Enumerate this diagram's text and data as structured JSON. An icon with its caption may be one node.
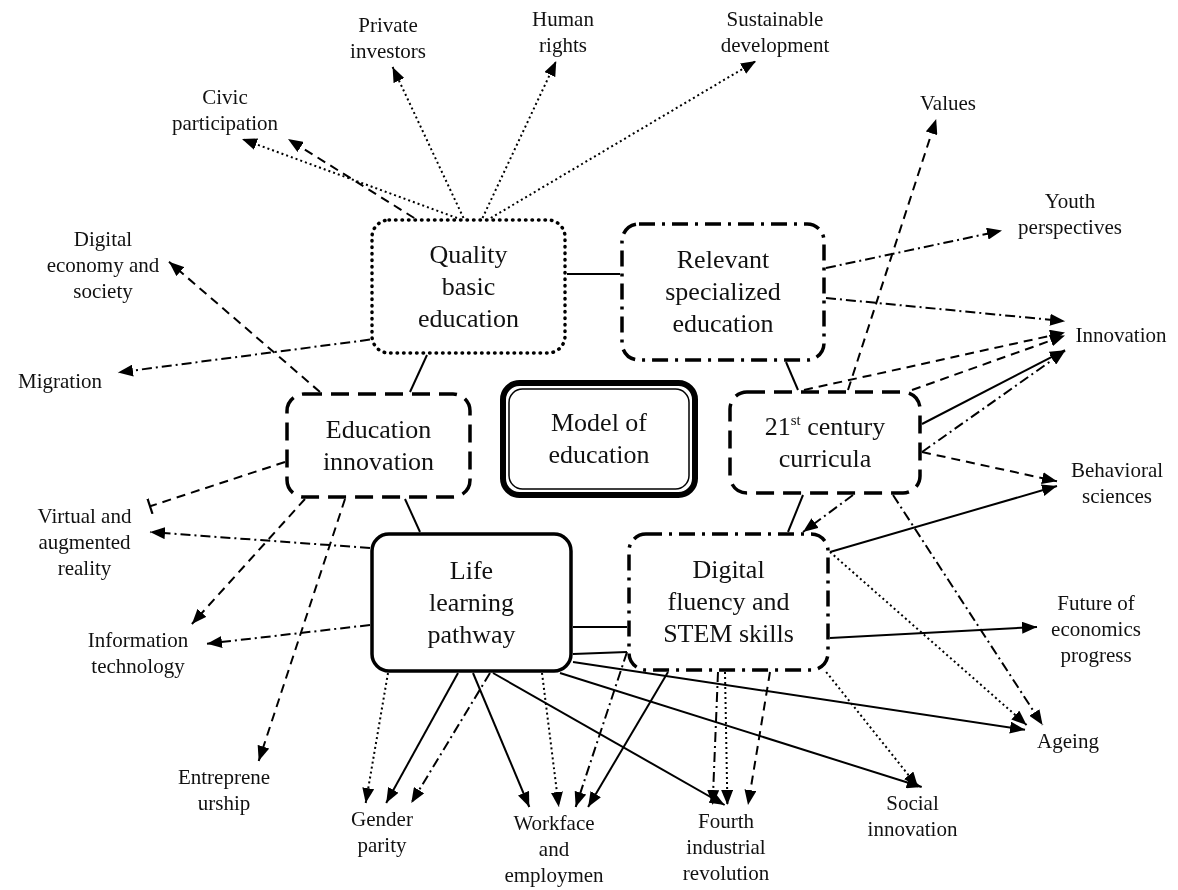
{
  "diagram": {
    "nodes": [
      {
        "text": [
          "Private investors"
        ]
      },
      {
        "text": [
          "Human rights"
        ]
      },
      {
        "text": [
          "Sustainable development"
        ]
      },
      {
        "text": [
          "Civic participation"
        ]
      },
      {
        "text": [
          "Values"
        ]
      },
      {
        "text": [
          "Quality basic education"
        ]
      },
      {
        "text": [
          "Relevant specialized education"
        ]
      },
      {
        "text": [
          "Youth perspectives"
        ]
      },
      {
        "text": [
          "Digital economy and society"
        ]
      },
      {
        "text": [
          "Innovation"
        ]
      },
      {
        "text": [
          "Migration"
        ]
      },
      {
        "text": [
          "Education innovation"
        ]
      },
      {
        "text": [
          "Model of education"
        ]
      },
      {
        "text": [
          "21$^{st}$ century curricula"
        ]
      },
      {
        "text": [
          "Behavioral sciences"
        ]
      },
      {
        "text": [
          "Virtual and augmented reality"
        ]
      },
      {
        "text": [
          "Life learning pathway"
        ]
      },
      {
        "text": [
          "Digital fluency and STEM skills"
        ]
      },
      {
        "text": [
          "Future of economics progress"
        ]
      },
      {
        "text": [
          "Information technology"
        ]
      },
      {
        "text": [
          "Ageing"
        ]
      },
      {
        "text": [
          "Entreprene urship"
        ]
      },
      {
        "text": [
          "Gender parity"
        ]
      },
      {
        "text": [
          "Workface and employmen"
        ]
      },
      {
        "text": [
          "Fourth industrial revolution"
        ]
      },
      {
        "text": [
          "Social innovation"
        ]
      }
    ],
    "edges": [
      {
        "from": 5,
        "to": 3,
        "arrow": "to",
        "style": "dashed"
      },
      {
        "from": 5,
        "to": 3,
        "arrow": "to",
        "style": "dashed"
      },
      {
        "from": 5,
        "to": 0,
        "arrow": "to",
        "style": "dashed"
      },
      {
        "from": 5,
        "to": 1,
        "arrow": "to",
        "style": "dashed"
      },
      {
        "from": 5,
        "to": 2,
        "arrow": "to",
        "style": "dashed"
      },
      {
        "from": 5,
        "to": 10,
        "arrow": "to",
        "style": "dashed"
      },
      {
        "from": 5,
        "to": 6,
        "arrow": "none"
      },
      {
        "from": 5,
        "to": 11,
        "arrow": "none"
      },
      {
        "from": 11,
        "to": 8,
        "arrow": "to",
        "style": "dashed"
      },
      {
        "from": 11,
        "to": 15,
        "arrow": "other",
        "style": "dashed"
      },
      {
        "from": 11,
        "to": 19,
        "arrow": "to",
        "style": "dashed"
      },
      {
        "from": 11,
        "to": 21,
        "arrow": "to",
        "style": "dashed"
      },
      {
        "from": 11,
        "to": 16,
        "arrow": "none"
      },
      {
        "from": 16,
        "to": 15,
        "arrow": "to",
        "style": "dashed"
      },
      {
        "from": 16,
        "to": 19,
        "arrow": "to",
        "style": "dashed"
      },
      {
        "from": 16,
        "to": 22,
        "arrow": "to",
        "style": "dashed"
      },
      {
        "from": 16,
        "to": 22,
        "arrow": "to"
      },
      {
        "from": 16,
        "to": 22,
        "arrow": "to",
        "style": "dashed"
      },
      {
        "from": 16,
        "to": 23,
        "arrow": "to"
      },
      {
        "from": 16,
        "to": 23,
        "arrow": "to",
        "style": "dashed"
      },
      {
        "from": 16,
        "to": 24,
        "arrow": "to"
      },
      {
        "from": 16,
        "to": 25,
        "arrow": "to"
      },
      {
        "from": 16,
        "to": 20,
        "arrow": "to"
      },
      {
        "from": 16,
        "to": 17,
        "arrow": "none"
      },
      {
        "from": 16,
        "to": 17,
        "arrow": "none"
      },
      {
        "from": 17,
        "to": 23,
        "arrow": "to",
        "style": "dashed"
      },
      {
        "from": 17,
        "to": 23,
        "arrow": "to"
      },
      {
        "from": 17,
        "to": 24,
        "arrow": "to",
        "style": "dashed"
      },
      {
        "from": 17,
        "to": 24,
        "arrow": "to",
        "style": "dashed"
      },
      {
        "from": 17,
        "to": 24,
        "arrow": "to",
        "style": "dashed"
      },
      {
        "from": 17,
        "to": 25,
        "arrow": "to",
        "style": "dashed"
      },
      {
        "from": 17,
        "to": 20,
        "arrow": "to",
        "style": "dashed"
      },
      {
        "from": 17,
        "to": 14,
        "arrow": "to"
      },
      {
        "from": 17,
        "to": 18,
        "arrow": "to"
      },
      {
        "from": 13,
        "to": 17,
        "arrow": "to",
        "style": "dashed"
      },
      {
        "from": 13,
        "to": 17,
        "arrow": "none"
      },
      {
        "from": 6,
        "to": 13,
        "arrow": "none"
      },
      {
        "from": 6,
        "to": 7,
        "arrow": "to",
        "style": "dashed"
      },
      {
        "from": 6,
        "to": 9,
        "arrow": "to",
        "style": "dashed"
      },
      {
        "from": 13,
        "to": 9,
        "arrow": "to",
        "style": "dashed"
      },
      {
        "from": 13,
        "to": 9,
        "arrow": "to",
        "style": "dashed"
      },
      {
        "from": 13,
        "to": 9,
        "arrow": "to"
      },
      {
        "from": 13,
        "to": 9,
        "arrow": "to",
        "style": "dashed"
      },
      {
        "from": 13,
        "to": 14,
        "arrow": "to",
        "style": "dashed"
      },
      {
        "from": 13,
        "to": 4,
        "arrow": "to",
        "style": "dashed"
      },
      {
        "from": 13,
        "to": 20,
        "arrow": "to",
        "style": "dashed"
      }
    ]
  }
}
